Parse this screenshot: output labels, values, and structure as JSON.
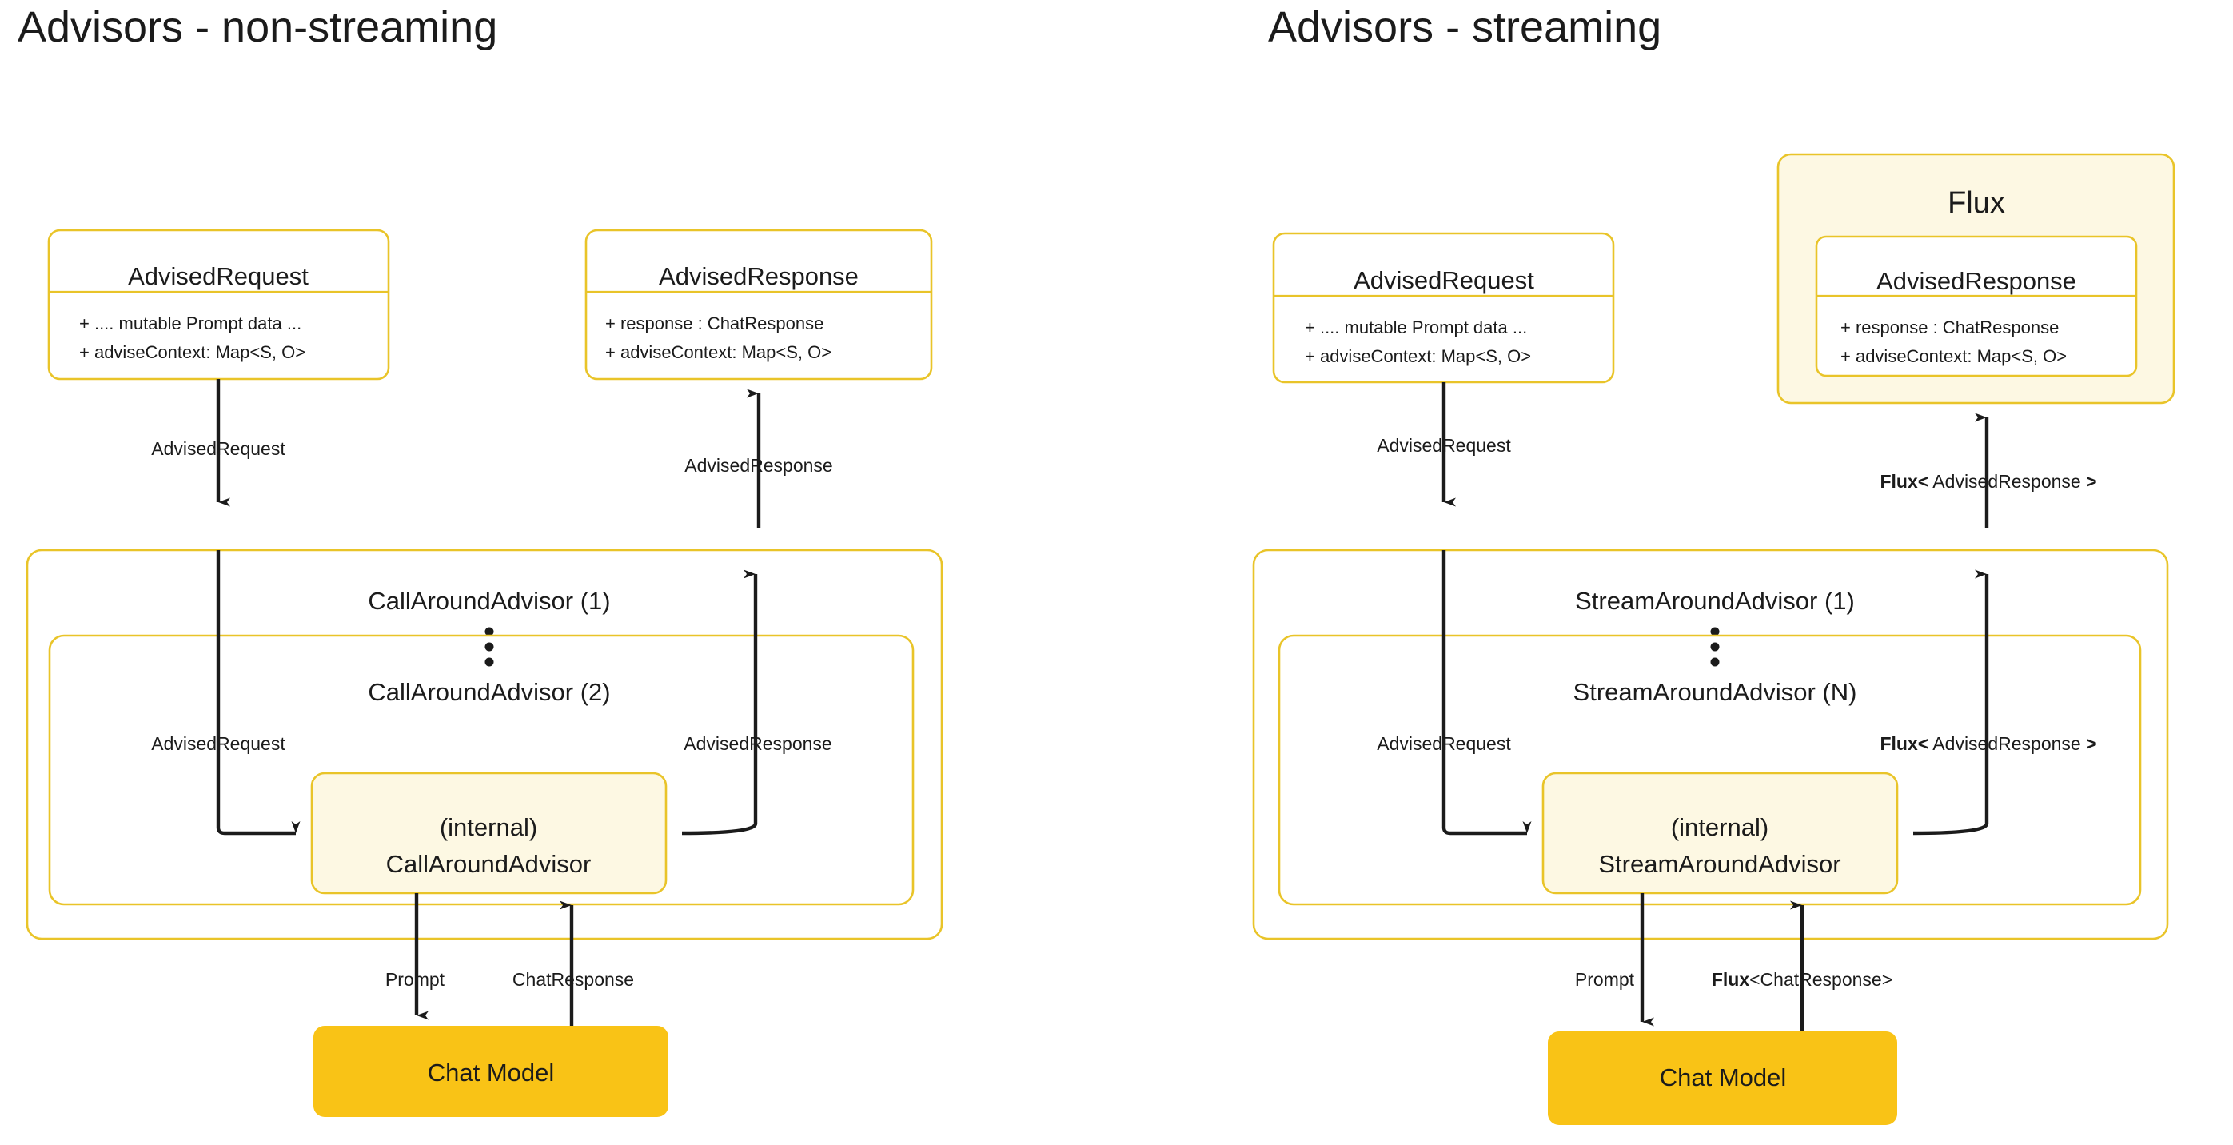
{
  "panels": [
    {
      "id": "non-streaming",
      "title": "Advisors - non-streaming",
      "request_class": {
        "name": "AdvisedRequest",
        "attributes": [
          "+ .... mutable Prompt data ...",
          "+ adviseContext: Map<S, O>"
        ]
      },
      "response_class": {
        "name": "AdvisedResponse",
        "attributes": [
          "+ response : ChatResponse",
          "+ adviseContext: Map<S, O>"
        ]
      },
      "outer_group": "CallAroundAdvisor (1)",
      "inner_group": "CallAroundAdvisor (2)",
      "internal_box": {
        "line1": "(internal)",
        "line2": "CallAroundAdvisor"
      },
      "model": "Chat Model",
      "edges": {
        "request_top": "AdvisedRequest",
        "response_top": "AdvisedResponse",
        "request_inner": "AdvisedRequest",
        "response_inner": "AdvisedResponse",
        "prompt": "Prompt",
        "chat_response": "ChatResponse"
      }
    },
    {
      "id": "streaming",
      "title": "Advisors - streaming",
      "request_class": {
        "name": "AdvisedRequest",
        "attributes": [
          "+ .... mutable Prompt data ...",
          "+ adviseContext: Map<S, O>"
        ]
      },
      "flux_wrapper_label": "Flux",
      "response_class": {
        "name": "AdvisedResponse",
        "attributes": [
          "+ response : ChatResponse",
          "+ adviseContext: Map<S, O>"
        ]
      },
      "outer_group": "StreamAroundAdvisor (1)",
      "inner_group": "StreamAroundAdvisor (N)",
      "internal_box": {
        "line1": "(internal)",
        "line2": "StreamAroundAdvisor"
      },
      "model": "Chat Model",
      "edges": {
        "request_top": "AdvisedRequest",
        "response_top_bold": "Flux<",
        "response_top_plain": " AdvisedResponse ",
        "response_top_bold_end": ">",
        "request_inner": "AdvisedRequest",
        "response_inner_bold": "Flux<",
        "response_inner_plain": " AdvisedResponse ",
        "response_inner_bold_end": ">",
        "prompt": "Prompt",
        "chat_response_bold": "Flux",
        "chat_response_plain": "<ChatResponse>"
      }
    }
  ],
  "colors": {
    "accent_border": "#E9C429",
    "model_fill": "#F9C316",
    "internal_fill": "#FDF8E3",
    "text": "#1b1b1b",
    "background": "#ffffff"
  }
}
